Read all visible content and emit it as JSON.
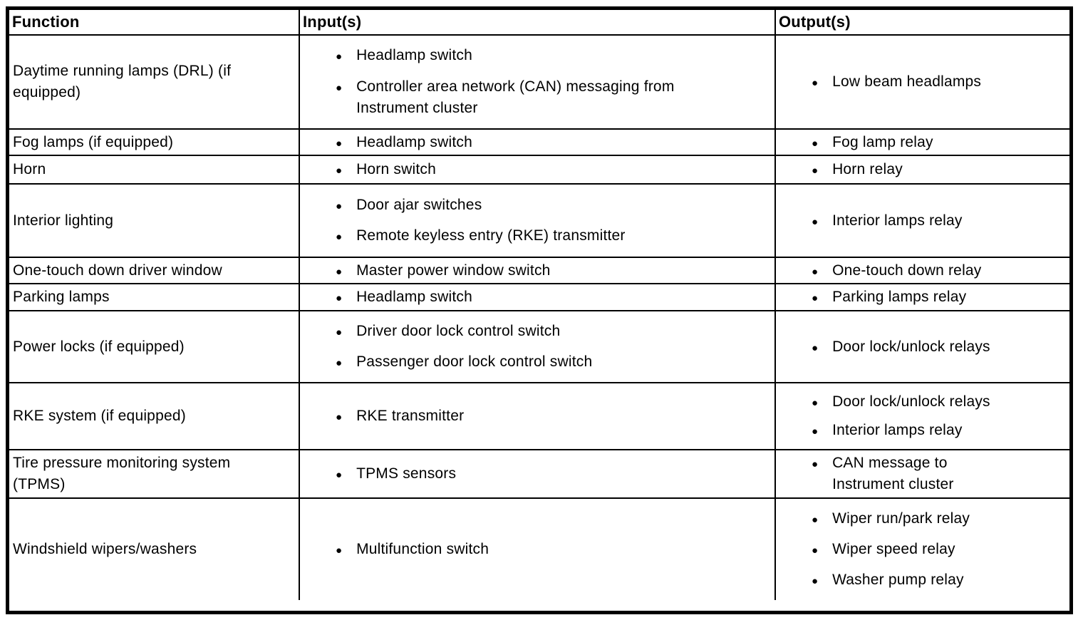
{
  "table": {
    "columns": [
      "Function",
      "Input(s)",
      "Output(s)"
    ],
    "rows": [
      {
        "function": "Daytime running lamps (DRL) (if equipped)",
        "inputs": [
          "Headlamp switch",
          "Controller area network (CAN) messaging from Instrument cluster"
        ],
        "outputs": [
          "Low beam headlamps"
        ]
      },
      {
        "function": "Fog lamps (if equipped)",
        "inputs": [
          "Headlamp switch"
        ],
        "outputs": [
          "Fog lamp relay"
        ]
      },
      {
        "function": "Horn",
        "inputs": [
          "Horn switch"
        ],
        "outputs": [
          "Horn relay"
        ]
      },
      {
        "function": "Interior lighting",
        "inputs": [
          "Door ajar switches",
          "Remote keyless entry (RKE) transmitter"
        ],
        "outputs": [
          "Interior lamps relay"
        ]
      },
      {
        "function": "One-touch down driver window",
        "inputs": [
          "Master power window switch"
        ],
        "outputs": [
          "One-touch down relay"
        ]
      },
      {
        "function": "Parking lamps",
        "inputs": [
          "Headlamp switch"
        ],
        "outputs": [
          "Parking lamps relay"
        ]
      },
      {
        "function": "Power locks (if equipped)",
        "inputs": [
          "Driver door lock control switch",
          "Passenger door lock control switch"
        ],
        "outputs": [
          "Door lock/unlock relays"
        ]
      },
      {
        "function": "RKE system (if equipped)",
        "inputs": [
          "RKE transmitter"
        ],
        "outputs": [
          "Door lock/unlock relays",
          "Interior lamps relay"
        ]
      },
      {
        "function": "Tire pressure monitoring system (TPMS)",
        "inputs": [
          "TPMS sensors"
        ],
        "outputs": [
          "CAN message to Instrument cluster"
        ]
      },
      {
        "function": "Windshield wipers/washers",
        "inputs": [
          "Multifunction switch"
        ],
        "outputs": [
          "Wiper run/park relay",
          "Wiper speed relay",
          "Washer pump relay"
        ]
      }
    ]
  },
  "icons": {
    "bullet": "●"
  },
  "colors": {
    "text": "#000000",
    "border": "#000000",
    "background": "#ffffff"
  }
}
